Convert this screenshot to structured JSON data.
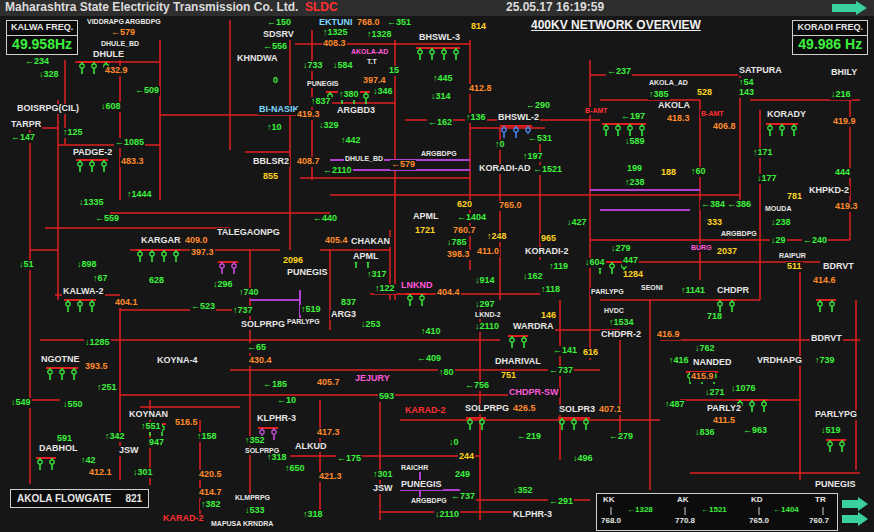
{
  "diagram": {
    "title": "400KV NETWORK OVERVIEW",
    "nodes": [
      {
        "text": [
          "KALWA FREQ.",
          "49.958Hz"
        ]
      },
      {
        "text": [
          "KORADI FREQ.",
          "49.986 Hz"
        ]
      },
      {
        "text": [
          "AKOLA FLOWGATE",
          "821"
        ]
      },
      {
        "text": [
          "KK",
          "AK",
          "KD",
          "TR",
          "←1328",
          "←1521",
          "←1404",
          "768.0",
          "770.8",
          "765.0",
          "760.7"
        ]
      }
    ],
    "labels": [
      "Maharashtra State Electricity Transmission Co. Ltd.",
      "SLDC",
      "25.05.17 16:19:59",
      "VIDDRAPG",
      "ARGBDPG",
      "←579",
      "←234",
      "DHULE_BD",
      "DHULE",
      "↓328",
      "432.9",
      "←509",
      "↓608",
      "BOISRPG(CIL)",
      "TARPR",
      "←147",
      "↑125",
      "PADGE-2",
      "←1085",
      "483.3",
      "↓1335",
      "↑1444",
      "←150",
      "SDSRV",
      "←556",
      "KHNDWA",
      "0",
      "BI-NASIK",
      "↑10",
      "BBLSR2",
      "408.7",
      "855",
      "EKTUNI",
      "768.0",
      "←351",
      "↑1325",
      "↑1328",
      "408.3",
      "AKOLA-AD",
      "↓733",
      "↓584",
      "T.T",
      "15",
      "397.4",
      "↓346",
      "↑380",
      "PUNEGIS",
      "↑837",
      "419.3",
      "ARGBD3",
      "↓329",
      "↑442",
      "BHSWL-3",
      "814",
      "↑445",
      "412.8",
      "↓314",
      "↑136",
      "←162",
      "DHULE_BD",
      "←2110",
      "←579",
      "ARGBDPG",
      "BHSWL-2",
      "←290",
      "↑0",
      "←531",
      "↑197",
      "KORADI-AD",
      "←1521",
      "←237",
      "AKOLA_AD",
      "↑385",
      "528",
      "B-AMT",
      "←197",
      "AKOLA",
      "418.3",
      "B-AMT",
      "↓589",
      "199",
      "↑238",
      "188",
      "↑60",
      "406.8",
      "SATPURA",
      "↑54",
      "143",
      "BHILY",
      "↓216",
      "KORADY",
      "419.9",
      "↑171",
      "↓177",
      "444",
      "781",
      "KHPKD-2",
      "←384",
      "←386",
      "419.3",
      "MOUDA",
      "↓238",
      "333",
      "ARGBDPG",
      "↓29",
      "←240",
      "BURG",
      "2037",
      "RAIPUR",
      "511",
      "BDRVT",
      "414.6",
      "620",
      "765.0",
      "APML",
      "←1404",
      "1721",
      "760.7",
      "↑248",
      "↓785",
      "411.0",
      "398.3",
      "965",
      "↓427",
      "KORADI-2",
      "↓604",
      "↓279",
      "447",
      "↑119",
      "↓162",
      "1284",
      "SEONI",
      "PARLYPG",
      "↑118",
      "↑1141",
      "CHDPR",
      "HVDC",
      "718",
      "↑1534",
      "CHDPR-2",
      "416.9",
      "↓762",
      "↑416",
      "NANDED",
      "415.9",
      "↓271",
      "↑487",
      "PARLY2",
      "411.5",
      "↓836",
      "←963",
      "BDRVT",
      "VRDHAPG",
      "↑739",
      "↓1076",
      "PARLYPG",
      "↓519",
      "PUNEGIS",
      "←559",
      "KARGAR",
      "409.0",
      "397.3",
      "↓51",
      "↓898",
      "↑67",
      "628",
      "KALWA-2",
      "404.1",
      "←523",
      "TALEGAONPG",
      "↓296",
      "↑740",
      "↑737",
      "SOLPRPG",
      "←440",
      "405.4",
      "CHAKAN",
      "APML",
      "2096",
      "PUNEGIS",
      "↑317",
      "837",
      "↑519",
      "ARG3",
      "PARLYPG",
      "↓253",
      "↑122",
      "LNKND",
      "404.4",
      "↓914",
      "↓297",
      "LKND-2",
      "↓2110",
      "↑410",
      "WARDRA",
      "146",
      "←141",
      "616",
      "DHARIVAL",
      "←737",
      "751",
      "←756",
      "CHDPR-SW",
      "←409",
      "↑80",
      "405.7",
      "JEJURY",
      "593",
      "↓1285",
      "NGOTNE",
      "393.5",
      "KOYNA-4",
      "←65",
      "430.4",
      "←185",
      "←10",
      "↓549",
      "↑251",
      "↓550",
      "KOYNAN",
      "516.5",
      "↑551",
      "591",
      "↑342",
      "947",
      "↑158",
      "↑352",
      "DABHOL",
      "SOLPRPG",
      "↑42",
      "412.1",
      "JSW",
      "420.5",
      "KLPHR-3",
      "417.3",
      "ALKUD",
      "↑318",
      "←175",
      "↑650",
      "421.3",
      "↓301",
      "414.7",
      "KLMPRPG",
      "↑382",
      "↓533",
      "KARAD-2",
      "↑318",
      "MAPUSA",
      "KRNDRA",
      "↑301",
      "JSW",
      "KARAD-2",
      "SOLPRPG",
      "426.5",
      "SOLPR3",
      "407.1",
      "↓0",
      "244",
      "RAICHR",
      "249",
      "PUNEGIS",
      "←737",
      "ARGBDPG",
      "↓2110",
      "←219",
      "←279",
      "↓496",
      "↓352",
      "←291",
      "KLPHR-3"
    ]
  }
}
